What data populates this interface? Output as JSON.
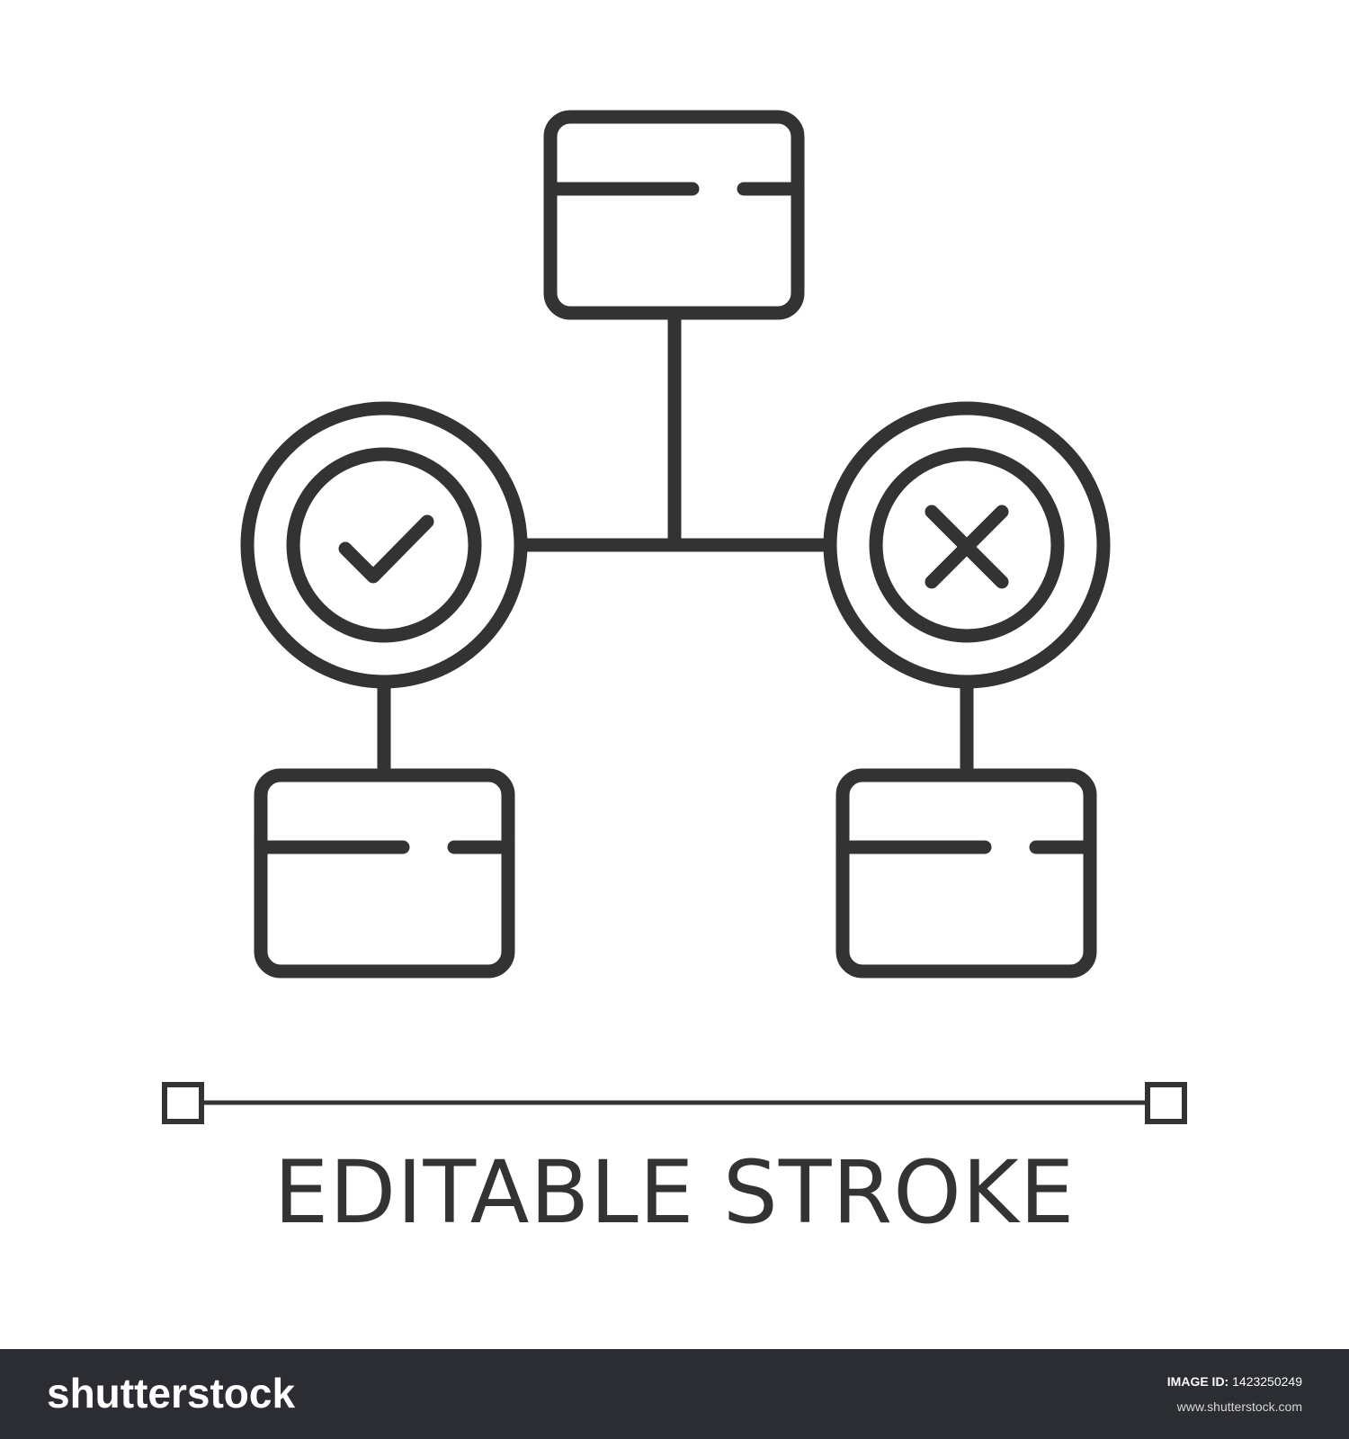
{
  "caption": "EDITABLE STROKE",
  "footer": {
    "brand": "shutterstock",
    "image_id_label": "IMAGE ID:",
    "image_id": "1423250249",
    "site": "www.shutterstock.com"
  },
  "colors": {
    "stroke": "#333333",
    "footer_bg": "#2b2d33",
    "background": "#ffffff"
  },
  "icons": [
    "checkmark-icon",
    "cross-icon"
  ]
}
